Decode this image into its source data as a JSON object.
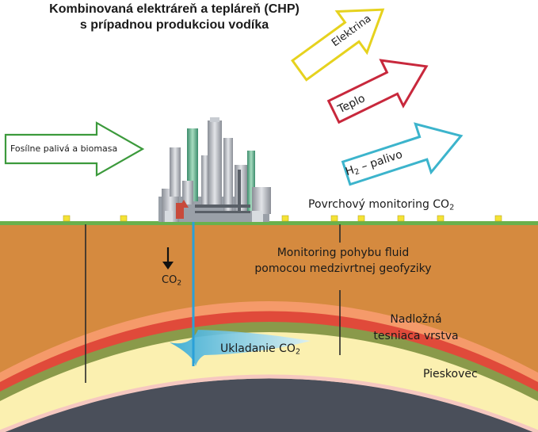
{
  "title": {
    "line1": "Kombinovaná elektráreň a tepláreň (CHP)",
    "line2": "s prípadnou produkciou vodíka"
  },
  "arrows": {
    "input": "Fosílne palivá a biomasa",
    "electricity": "Elektrina",
    "heat": "Teplo",
    "h2_prefix": "H",
    "h2_sub": "2",
    "h2_suffix": " – palivo"
  },
  "labels": {
    "surface_monitoring": "Povrchový monitoring CO",
    "surface_monitoring_sub": "2",
    "fluid_monitoring_1": "Monitoring pohybu fluid",
    "fluid_monitoring_2": "pomocou medzivrtnej geofyziky",
    "co2": "CO",
    "co2_sub": "2",
    "caprock_1": "Nadložná",
    "caprock_2": "tesniaca vrstva",
    "storage": "Ukladanie CO",
    "storage_sub": "2",
    "sandstone": "Pieskovec"
  },
  "colors": {
    "electricity_arrow": "#e6d21e",
    "heat_arrow": "#c8283c",
    "h2_arrow": "#3cb4cc",
    "input_arrow": "#3c9a3c",
    "overburden": "#d58a3f",
    "caprock_red": "#e04a3a",
    "caprock_orange": "#f07a4a",
    "reservoir": "#fbf0b0",
    "basement": "#4a4f5a"
  }
}
